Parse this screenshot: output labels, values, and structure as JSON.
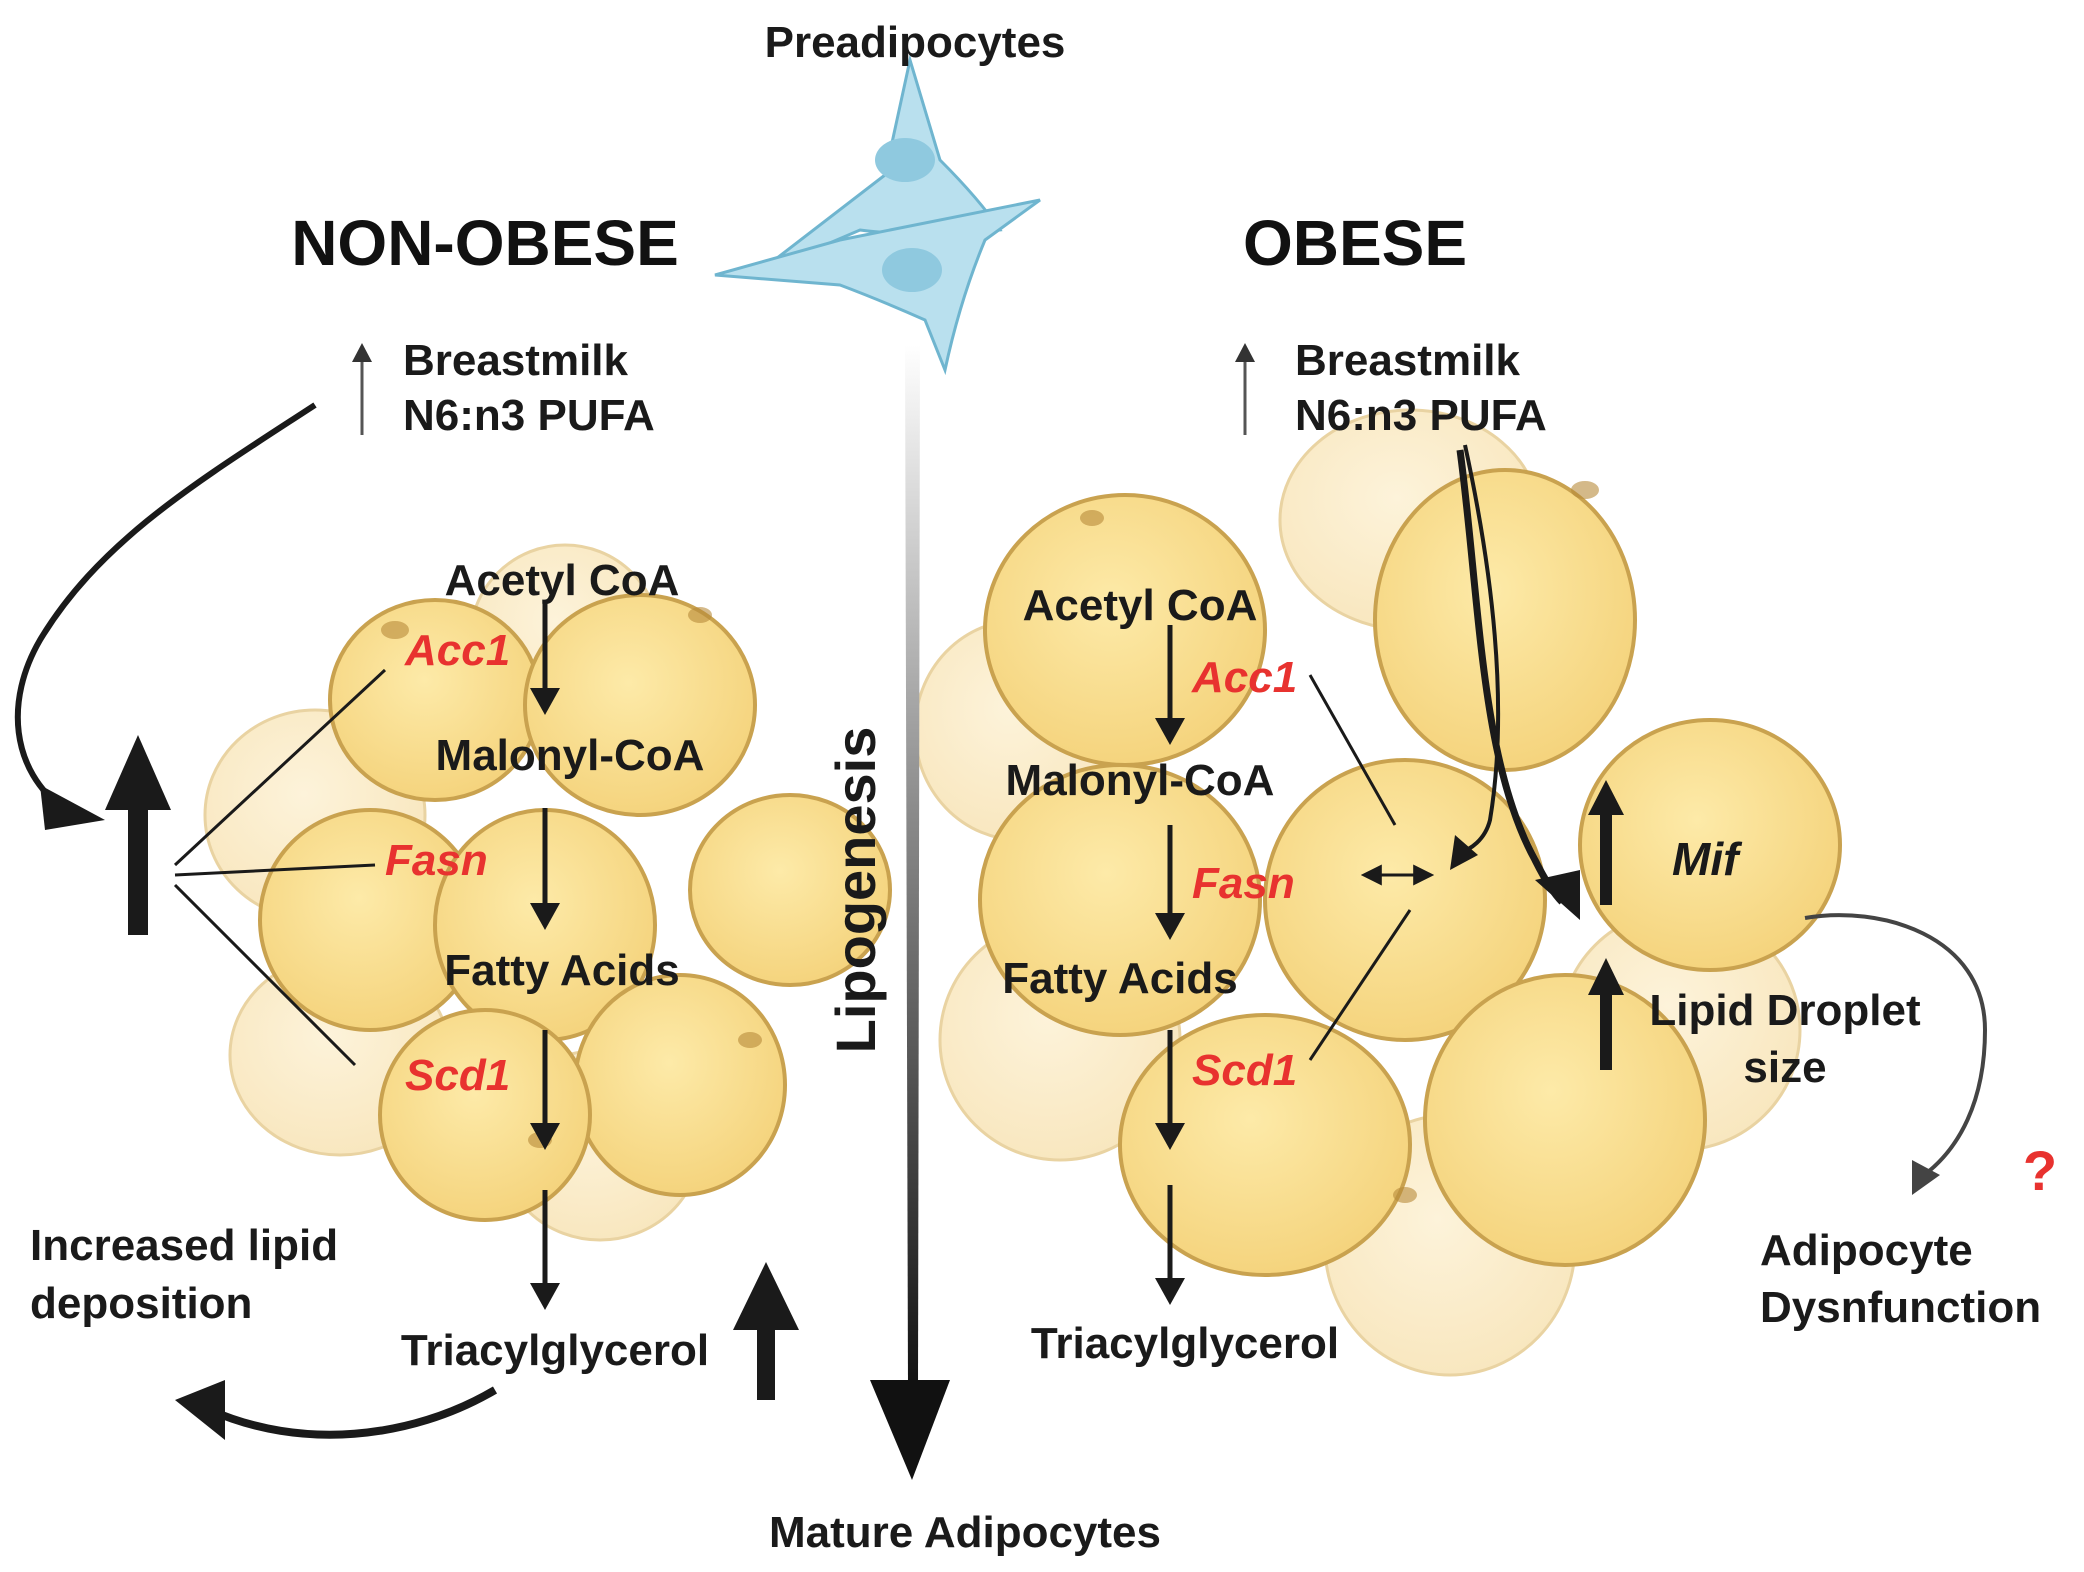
{
  "top_label": "Preadipocytes",
  "bottom_label": "Mature Adipocytes",
  "center_axis_label": "Lipogenesis",
  "left": {
    "heading": "NON-OBESE",
    "breastmilk_line1": "Breastmilk",
    "breastmilk_line2": "N6:n3 PUFA",
    "pathway": [
      "Acetyl CoA",
      "Malonyl-CoA",
      "Fatty Acids",
      "Triacylglycerol"
    ],
    "genes": [
      "Acc1",
      "Fasn",
      "Scd1"
    ],
    "outcome_line1": "Increased lipid",
    "outcome_line2": "deposition"
  },
  "right": {
    "heading": "OBESE",
    "breastmilk_line1": "Breastmilk",
    "breastmilk_line2": "N6:n3 PUFA",
    "pathway": [
      "Acetyl CoA",
      "Malonyl-CoA",
      "Fatty Acids",
      "Triacylglycerol"
    ],
    "genes": [
      "Acc1",
      "Fasn",
      "Scd1"
    ],
    "mif_label": "Mif",
    "droplet_line1": "Lipid Droplet",
    "droplet_line2": "size",
    "outcome_line1": "Adipocyte",
    "outcome_line2": "Dysnfunction",
    "question_mark": "?"
  },
  "colors": {
    "cell_fill": "#f8de8f",
    "cell_fill_faded": "#fbeccc",
    "cell_stroke": "#c9a24f",
    "gene_red": "#e8322f",
    "preadipocyte": "#b9e0ee",
    "arrow_dark": "#1a1a1a"
  }
}
